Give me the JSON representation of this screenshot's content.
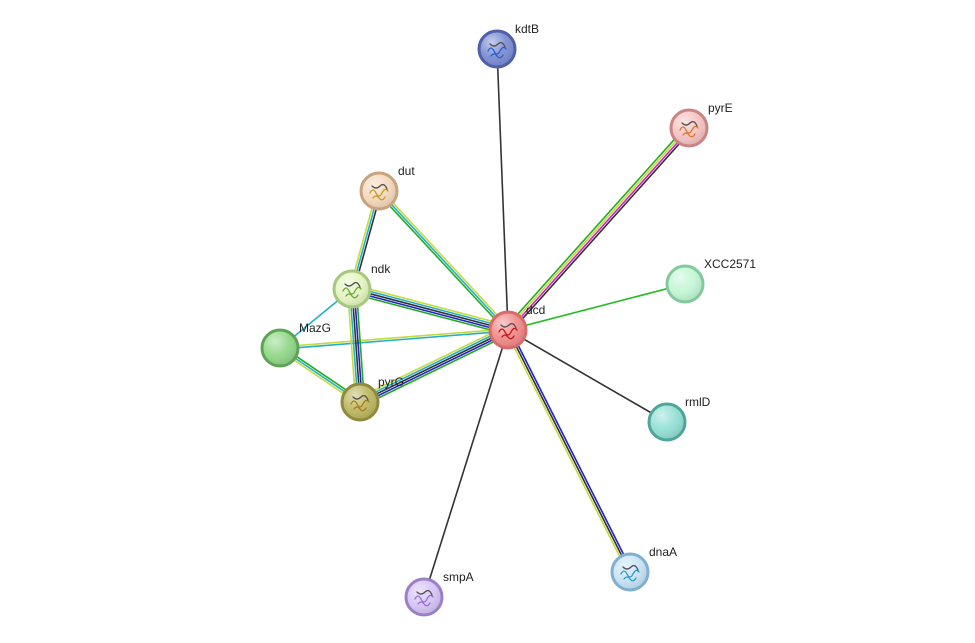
{
  "network": {
    "nodes": [
      {
        "id": "dcd",
        "label": "dcd",
        "fill": "#f28c8c",
        "stroke": "#d96a6a",
        "structure": true,
        "structure_color": "#c01818"
      },
      {
        "id": "kdtB",
        "label": "kdtB",
        "fill": "#7e8fd4",
        "stroke": "#4f5fa8",
        "structure": true,
        "structure_color": "#2a5fc8"
      },
      {
        "id": "pyrE",
        "label": "pyrE",
        "fill": "#f6c4c4",
        "stroke": "#c98484",
        "structure": true,
        "structure_color": "#d9772c"
      },
      {
        "id": "dut",
        "label": "dut",
        "fill": "#f5d9bd",
        "stroke": "#c9a27e",
        "structure": true,
        "structure_color": "#c59a2a"
      },
      {
        "id": "ndk",
        "label": "ndk",
        "fill": "#e4f5c2",
        "stroke": "#a6c77c",
        "structure": true,
        "structure_color": "#6aa73a"
      },
      {
        "id": "XCC2571",
        "label": "XCC2571",
        "fill": "#c3f7d6",
        "stroke": "#83c99c",
        "structure": false
      },
      {
        "id": "MazG",
        "label": "MazG",
        "fill": "#92d888",
        "stroke": "#5fa456",
        "structure": false
      },
      {
        "id": "pyrG",
        "label": "pyrG",
        "fill": "#bdb864",
        "stroke": "#8f8a3c",
        "structure": true,
        "structure_color": "#a87d1e"
      },
      {
        "id": "rmlD",
        "label": "rmlD",
        "fill": "#94e0d6",
        "stroke": "#4fa599",
        "structure": false
      },
      {
        "id": "dnaA",
        "label": "dnaA",
        "fill": "#c9e4f5",
        "stroke": "#7fb0d0",
        "structure": true,
        "structure_color": "#2c9cc8"
      },
      {
        "id": "smpA",
        "label": "smpA",
        "fill": "#d8c5f7",
        "stroke": "#9a7fc9",
        "structure": true,
        "structure_color": "#9a6fd0"
      }
    ],
    "edges": [
      {
        "source": "dcd",
        "target": "kdtB",
        "colors": [
          "#333333"
        ]
      },
      {
        "source": "dcd",
        "target": "pyrE",
        "colors": [
          "#22aa22",
          "#c8d93c",
          "#cc22cc",
          "#333333"
        ]
      },
      {
        "source": "dcd",
        "target": "XCC2571",
        "colors": [
          "#22bb22"
        ]
      },
      {
        "source": "dcd",
        "target": "rmlD",
        "colors": [
          "#333333"
        ]
      },
      {
        "source": "dcd",
        "target": "dnaA",
        "colors": [
          "#2222cc",
          "#333333",
          "#c8d93c"
        ]
      },
      {
        "source": "dcd",
        "target": "smpA",
        "colors": [
          "#333333"
        ]
      },
      {
        "source": "dcd",
        "target": "dut",
        "colors": [
          "#22aa22",
          "#22b0c8",
          "#c8d93c"
        ]
      },
      {
        "source": "dcd",
        "target": "ndk",
        "colors": [
          "#22aa22",
          "#2222cc",
          "#333333",
          "#22b0c8",
          "#c8d93c"
        ]
      },
      {
        "source": "dcd",
        "target": "MazG",
        "colors": [
          "#22b0c8",
          "#c8d93c"
        ]
      },
      {
        "source": "dcd",
        "target": "pyrG",
        "colors": [
          "#22aa22",
          "#2222cc",
          "#333333",
          "#22b0c8",
          "#c8d93c"
        ]
      },
      {
        "source": "dut",
        "target": "ndk",
        "colors": [
          "#333333",
          "#22b0c8",
          "#c8d93c"
        ]
      },
      {
        "source": "ndk",
        "target": "pyrG",
        "colors": [
          "#22aa22",
          "#2222cc",
          "#333333",
          "#22b0c8",
          "#c8d93c"
        ]
      },
      {
        "source": "ndk",
        "target": "MazG",
        "colors": [
          "#22b0c8"
        ]
      },
      {
        "source": "MazG",
        "target": "pyrG",
        "colors": [
          "#22aa22",
          "#22b0c8",
          "#c8d93c"
        ]
      }
    ]
  }
}
